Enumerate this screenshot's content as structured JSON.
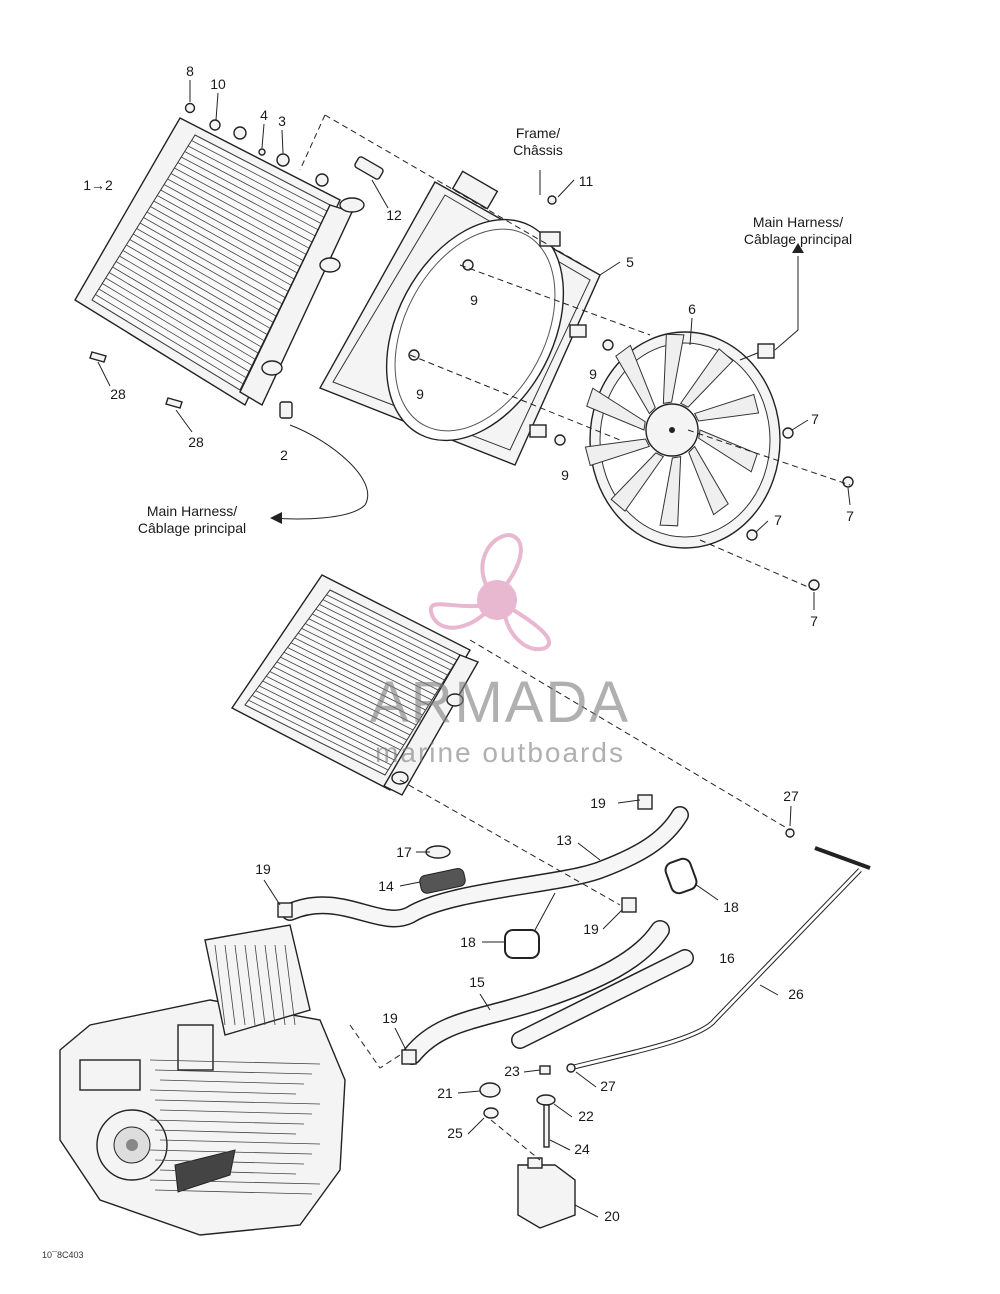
{
  "callouts": {
    "c8": "8",
    "c10": "10",
    "c4": "4",
    "c3": "3",
    "c1to2": "1→2",
    "c12": "12",
    "c11": "11",
    "c5": "5",
    "c9a": "9",
    "c9b": "9",
    "c9c": "9",
    "c9d": "9",
    "c6": "6",
    "c7a": "7",
    "c7b": "7",
    "c7c": "7",
    "c7d": "7",
    "c28a": "28",
    "c28b": "28",
    "c2": "2",
    "c19a": "19",
    "c19b": "19",
    "c19c": "19",
    "c19d": "19",
    "c27a": "27",
    "c27b": "27",
    "c13": "13",
    "c17": "17",
    "c14": "14",
    "c18a": "18",
    "c18b": "18",
    "c16": "16",
    "c15": "15",
    "c26": "26",
    "c23": "23",
    "c21": "21",
    "c22": "22",
    "c25": "25",
    "c24": "24",
    "c20": "20"
  },
  "notes": {
    "frame_line1": "Frame/",
    "frame_line2": "Châssis",
    "harness_top_line1": "Main Harness/",
    "harness_top_line2": "Câblage principal",
    "harness_left_line1": "Main Harness/",
    "harness_left_line2": "Câblage principal"
  },
  "watermark": {
    "brand": "ARMADA",
    "tagline": "marine outboards",
    "accent_color": "#e3a6c5"
  },
  "figure_code": "10¯8C403"
}
